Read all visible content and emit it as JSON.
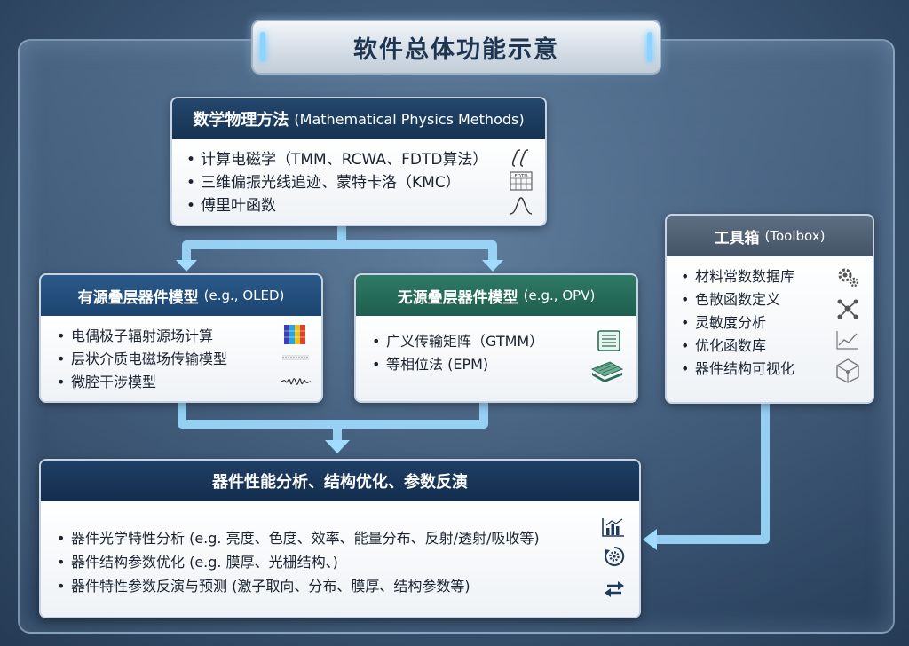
{
  "title": "软件总体功能示意",
  "math_box": {
    "title": "数学物理方法",
    "subtitle": "(Mathematical Physics Methods)",
    "items": [
      "计算电磁学（TMM、RCWA、FDTD算法）",
      "三维偏振光线追迹、蒙特卡洛（KMC）",
      "傅里叶函数"
    ],
    "icon_names": [
      "integral-icon",
      "fdtd-grid-icon",
      "gaussian-peak-icon"
    ],
    "fdtd_icon_text": "FDTD"
  },
  "active_box": {
    "title": "有源叠层器件模型",
    "subtitle": "(e.g., OLED)",
    "items": [
      "电偶极子辐射源场计算",
      "层状介质电磁场传输模型",
      "微腔干涉模型"
    ],
    "icon_names": [
      "color-heatmap-icon",
      "field-line-icon",
      "wave-packet-icon"
    ]
  },
  "passive_box": {
    "title": "无源叠层器件模型",
    "subtitle": "(e.g., OPV)",
    "items": [
      "广义传输矩阵（GTMM）",
      "等相位法 (EPM)"
    ],
    "icon_names": [
      "matrix-icon",
      "layer-stack-icon"
    ]
  },
  "toolbox": {
    "title": "工具箱",
    "subtitle": "(Toolbox)",
    "items": [
      "材料常数数据库",
      "色散函数定义",
      "灵敏度分析",
      "优化函数库",
      "器件结构可视化"
    ],
    "icon_names": [
      "gears-icon",
      "network-icon",
      "line-chart-icon",
      "cube-icon"
    ]
  },
  "bottom_box": {
    "title": "器件性能分析、结构优化、参数反演",
    "items": [
      "器件光学特性分析 (e.g. 亮度、色度、效率、能量分布、反射/透射/吸收等)",
      "器件结构参数优化 (e.g. 膜厚、光栅结构、)",
      "器件特性参数反演与预测 (激子取向、分布、膜厚、结构参数等)"
    ],
    "icon_names": [
      "bar-chart-icon",
      "gear-cycle-icon",
      "swap-arrows-icon"
    ]
  },
  "colors": {
    "math_header": "#1c3d60",
    "active_header": "#245083",
    "passive_header": "#277060",
    "toolbox_header": "#52636f",
    "bottom_header": "#183659",
    "connector": "#8fd0f0"
  }
}
